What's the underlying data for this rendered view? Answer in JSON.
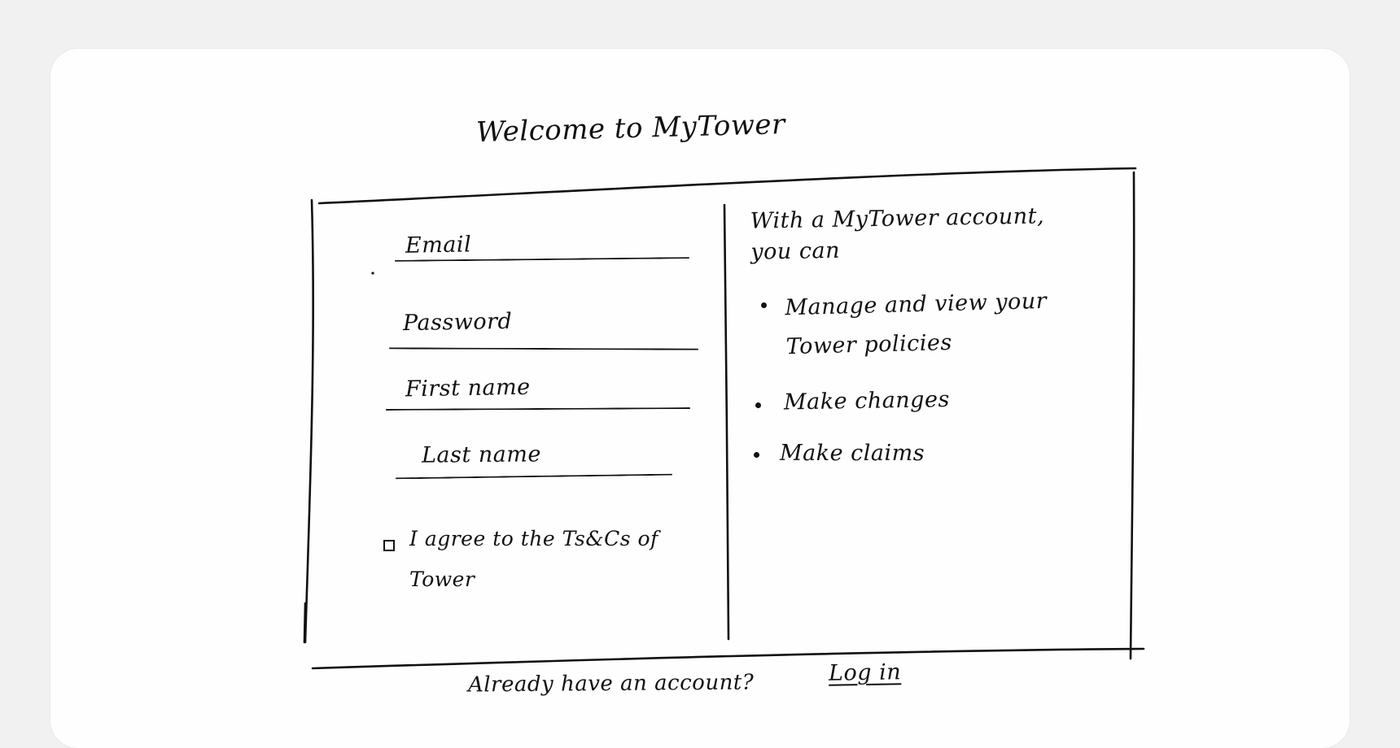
{
  "page": {
    "title": "Welcome to MyTower"
  },
  "form": {
    "fields": [
      {
        "label": "Email",
        "value": ""
      },
      {
        "label": "Password",
        "value": ""
      },
      {
        "label": "First name",
        "value": ""
      },
      {
        "label": "Last name",
        "value": ""
      }
    ],
    "terms_label": "I agree to the Ts&Cs of Tower",
    "terms_checked": false
  },
  "benefits": {
    "intro": "With a MyTower account, you can",
    "items": [
      "Manage and view your Tower policies",
      "Make changes",
      "Make claims"
    ]
  },
  "footer": {
    "prompt": "Already have an account?",
    "login_label": "Log in"
  },
  "colors": {
    "ink": "#111111",
    "paper": "#fefefe",
    "background": "#f1f1f1"
  }
}
